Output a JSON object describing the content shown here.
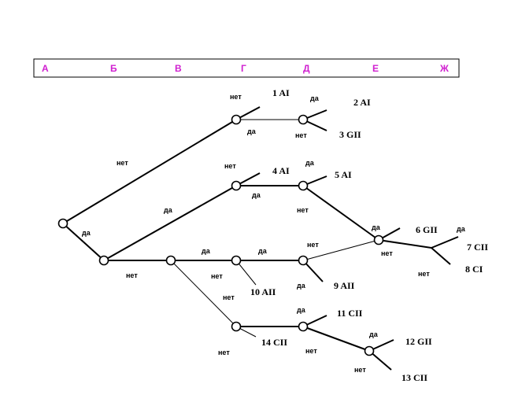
{
  "header": {
    "columns": [
      "А",
      "Б",
      "В",
      "Г",
      "Д",
      "Е",
      "Ж"
    ],
    "border_color": "#000000",
    "text_color": "#d020d0"
  },
  "outcomes": {
    "o1": "1 AI",
    "o2": "2 AI",
    "o3": "3 GII",
    "o4": "4 AI",
    "o5": "5 AI",
    "o6": "6 GII",
    "o7": "7 CII",
    "o8": "8 CI",
    "o9": "9 AII",
    "o10": "10 AII",
    "o11": "11 CII",
    "o12": "12 GII",
    "o13": "13 CII",
    "o14": "14 CII"
  },
  "answers": {
    "yes": "да",
    "no": "нет"
  }
}
